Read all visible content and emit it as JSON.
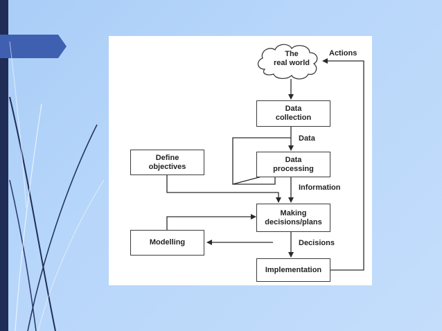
{
  "slide": {
    "accent_color": "#3f5fb0",
    "left_bar_color": "#1f2d57",
    "background_color": "#b7d6fa"
  },
  "diagram": {
    "cloud_label": "The\nreal world",
    "boxes": {
      "data_collection": "Data\ncollection",
      "data_processing": "Data\nprocessing",
      "define_objectives": "Define\nobjectives",
      "making_decisions": "Making\ndecisions/plans",
      "modelling": "Modelling",
      "implementation": "Implementation"
    },
    "edge_labels": {
      "actions": "Actions",
      "data": "Data",
      "information": "Information",
      "decisions": "Decisions"
    }
  }
}
